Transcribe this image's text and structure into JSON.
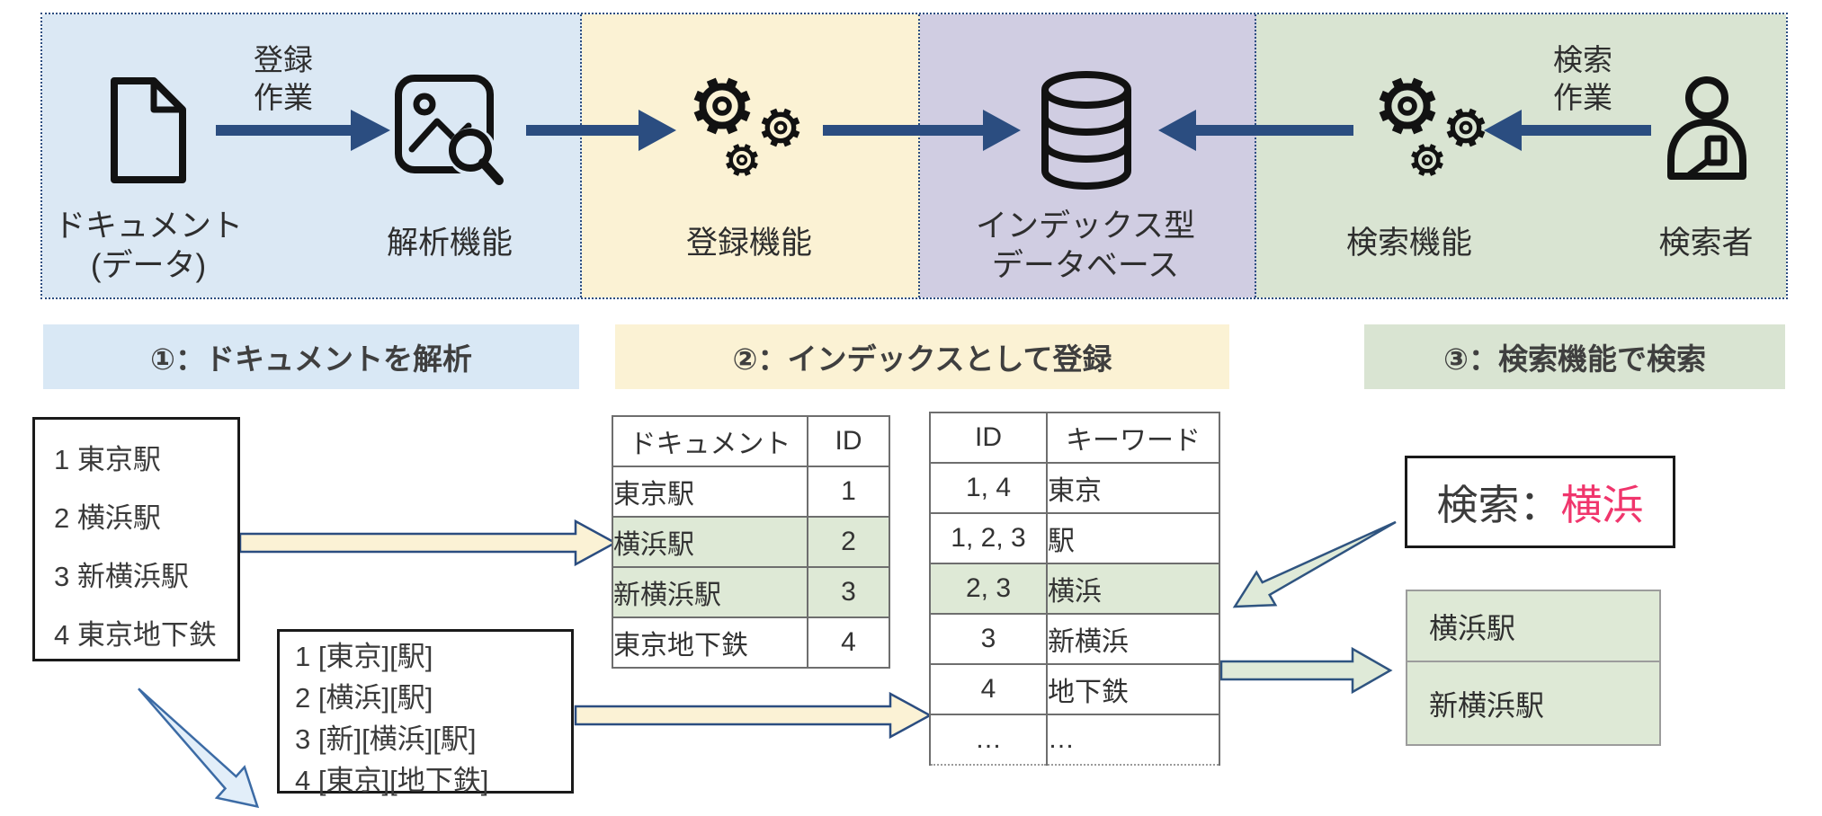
{
  "colors": {
    "section_blue": "#DBE8F4",
    "section_yellow": "#FBF2D4",
    "section_purple": "#D0CDE2",
    "section_green": "#D9E4D2",
    "arrow_navy": "#2B4D80",
    "highlight_green": "#DEE9D6",
    "block_arrow_yellow": "#FBF2D5",
    "block_arrow_blue": "#E2EEF9",
    "block_arrow_green": "#DFEAD8",
    "query_pink": "#F0356C"
  },
  "flow": {
    "doc_label_1": "ドキュメント",
    "doc_label_2": "(データ)",
    "register_work_1": "登録",
    "register_work_2": "作業",
    "analyze_label": "解析機能",
    "register_label": "登録機能",
    "db_label_1": "インデックス型",
    "db_label_2": "データベース",
    "search_func_label": "検索機能",
    "search_work_1": "検索",
    "search_work_2": "作業",
    "searcher_label": "検索者"
  },
  "steps": [
    "①：ドキュメントを解析",
    "②：インデックスとして登録",
    "③：検索機能で検索"
  ],
  "documents_box": [
    "1 東京駅",
    "2 横浜駅",
    "3 新横浜駅",
    "4 東京地下鉄"
  ],
  "tokens_box": [
    "1 [東京][駅]",
    "2 [横浜][駅]",
    "3 [新][横浜][駅]",
    "4 [東京][地下鉄]"
  ],
  "doc_table": {
    "headers": [
      "ドキュメント",
      "ID"
    ],
    "rows": [
      {
        "doc": "東京駅",
        "id": "1",
        "highlight": false
      },
      {
        "doc": "横浜駅",
        "id": "2",
        "highlight": true
      },
      {
        "doc": "新横浜駅",
        "id": "3",
        "highlight": true
      },
      {
        "doc": "東京地下鉄",
        "id": "4",
        "highlight": false
      }
    ]
  },
  "index_table": {
    "headers": [
      "ID",
      "キーワード"
    ],
    "rows": [
      {
        "ids": "1, 4",
        "keyword": "東京",
        "highlight": false
      },
      {
        "ids": "1, 2, 3",
        "keyword": "駅",
        "highlight": false
      },
      {
        "ids": "2, 3",
        "keyword": "横浜",
        "highlight": true
      },
      {
        "ids": "3",
        "keyword": "新横浜",
        "highlight": false
      },
      {
        "ids": "4",
        "keyword": "地下鉄",
        "highlight": false
      },
      {
        "ids": "…",
        "keyword": "…",
        "highlight": false
      }
    ]
  },
  "search_box": {
    "prefix": "検索：",
    "query": "横浜"
  },
  "results": [
    "横浜駅",
    "新横浜駅"
  ]
}
